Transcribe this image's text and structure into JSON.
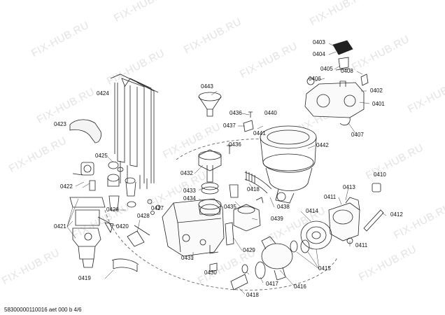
{
  "watermark": "FIX-HUB.RU",
  "footer": "58300000110016 aet 000 b 4/6",
  "parts": {
    "p0403": "0403",
    "p0404": "0404",
    "p0405": "0405",
    "p0406": "0406",
    "p0408": "0408",
    "p0402": "0402",
    "p0401": "0401",
    "p0407": "0407",
    "p0424": "0424",
    "p0443": "0443",
    "p0436a": "0436",
    "p0440": "0440",
    "p0437": "0437",
    "p0441": "0441",
    "p0423": "0423",
    "p0442": "0442",
    "p0436b": "0436",
    "p0425": "0425",
    "p0432": "0432",
    "p0422": "0422",
    "p0410": "0410",
    "p0413": "0413",
    "p0411a": "0411",
    "p0433": "0433",
    "p0434": "0434",
    "p0418a": "0418",
    "p0435": "0435",
    "p0438": "0438",
    "p0426": "0426",
    "p0427": "0427",
    "p0414": "0414",
    "p0412": "0412",
    "p0439": "0439",
    "p0428": "0428",
    "p0421": "0421",
    "p0420": "0420",
    "p0411b": "0411",
    "p0429": "0429",
    "p0431": "0431",
    "p0415": "0415",
    "p0419": "0419",
    "p0430": "0430",
    "p0417": "0417",
    "p0416": "0416",
    "p0418b": "0418"
  }
}
